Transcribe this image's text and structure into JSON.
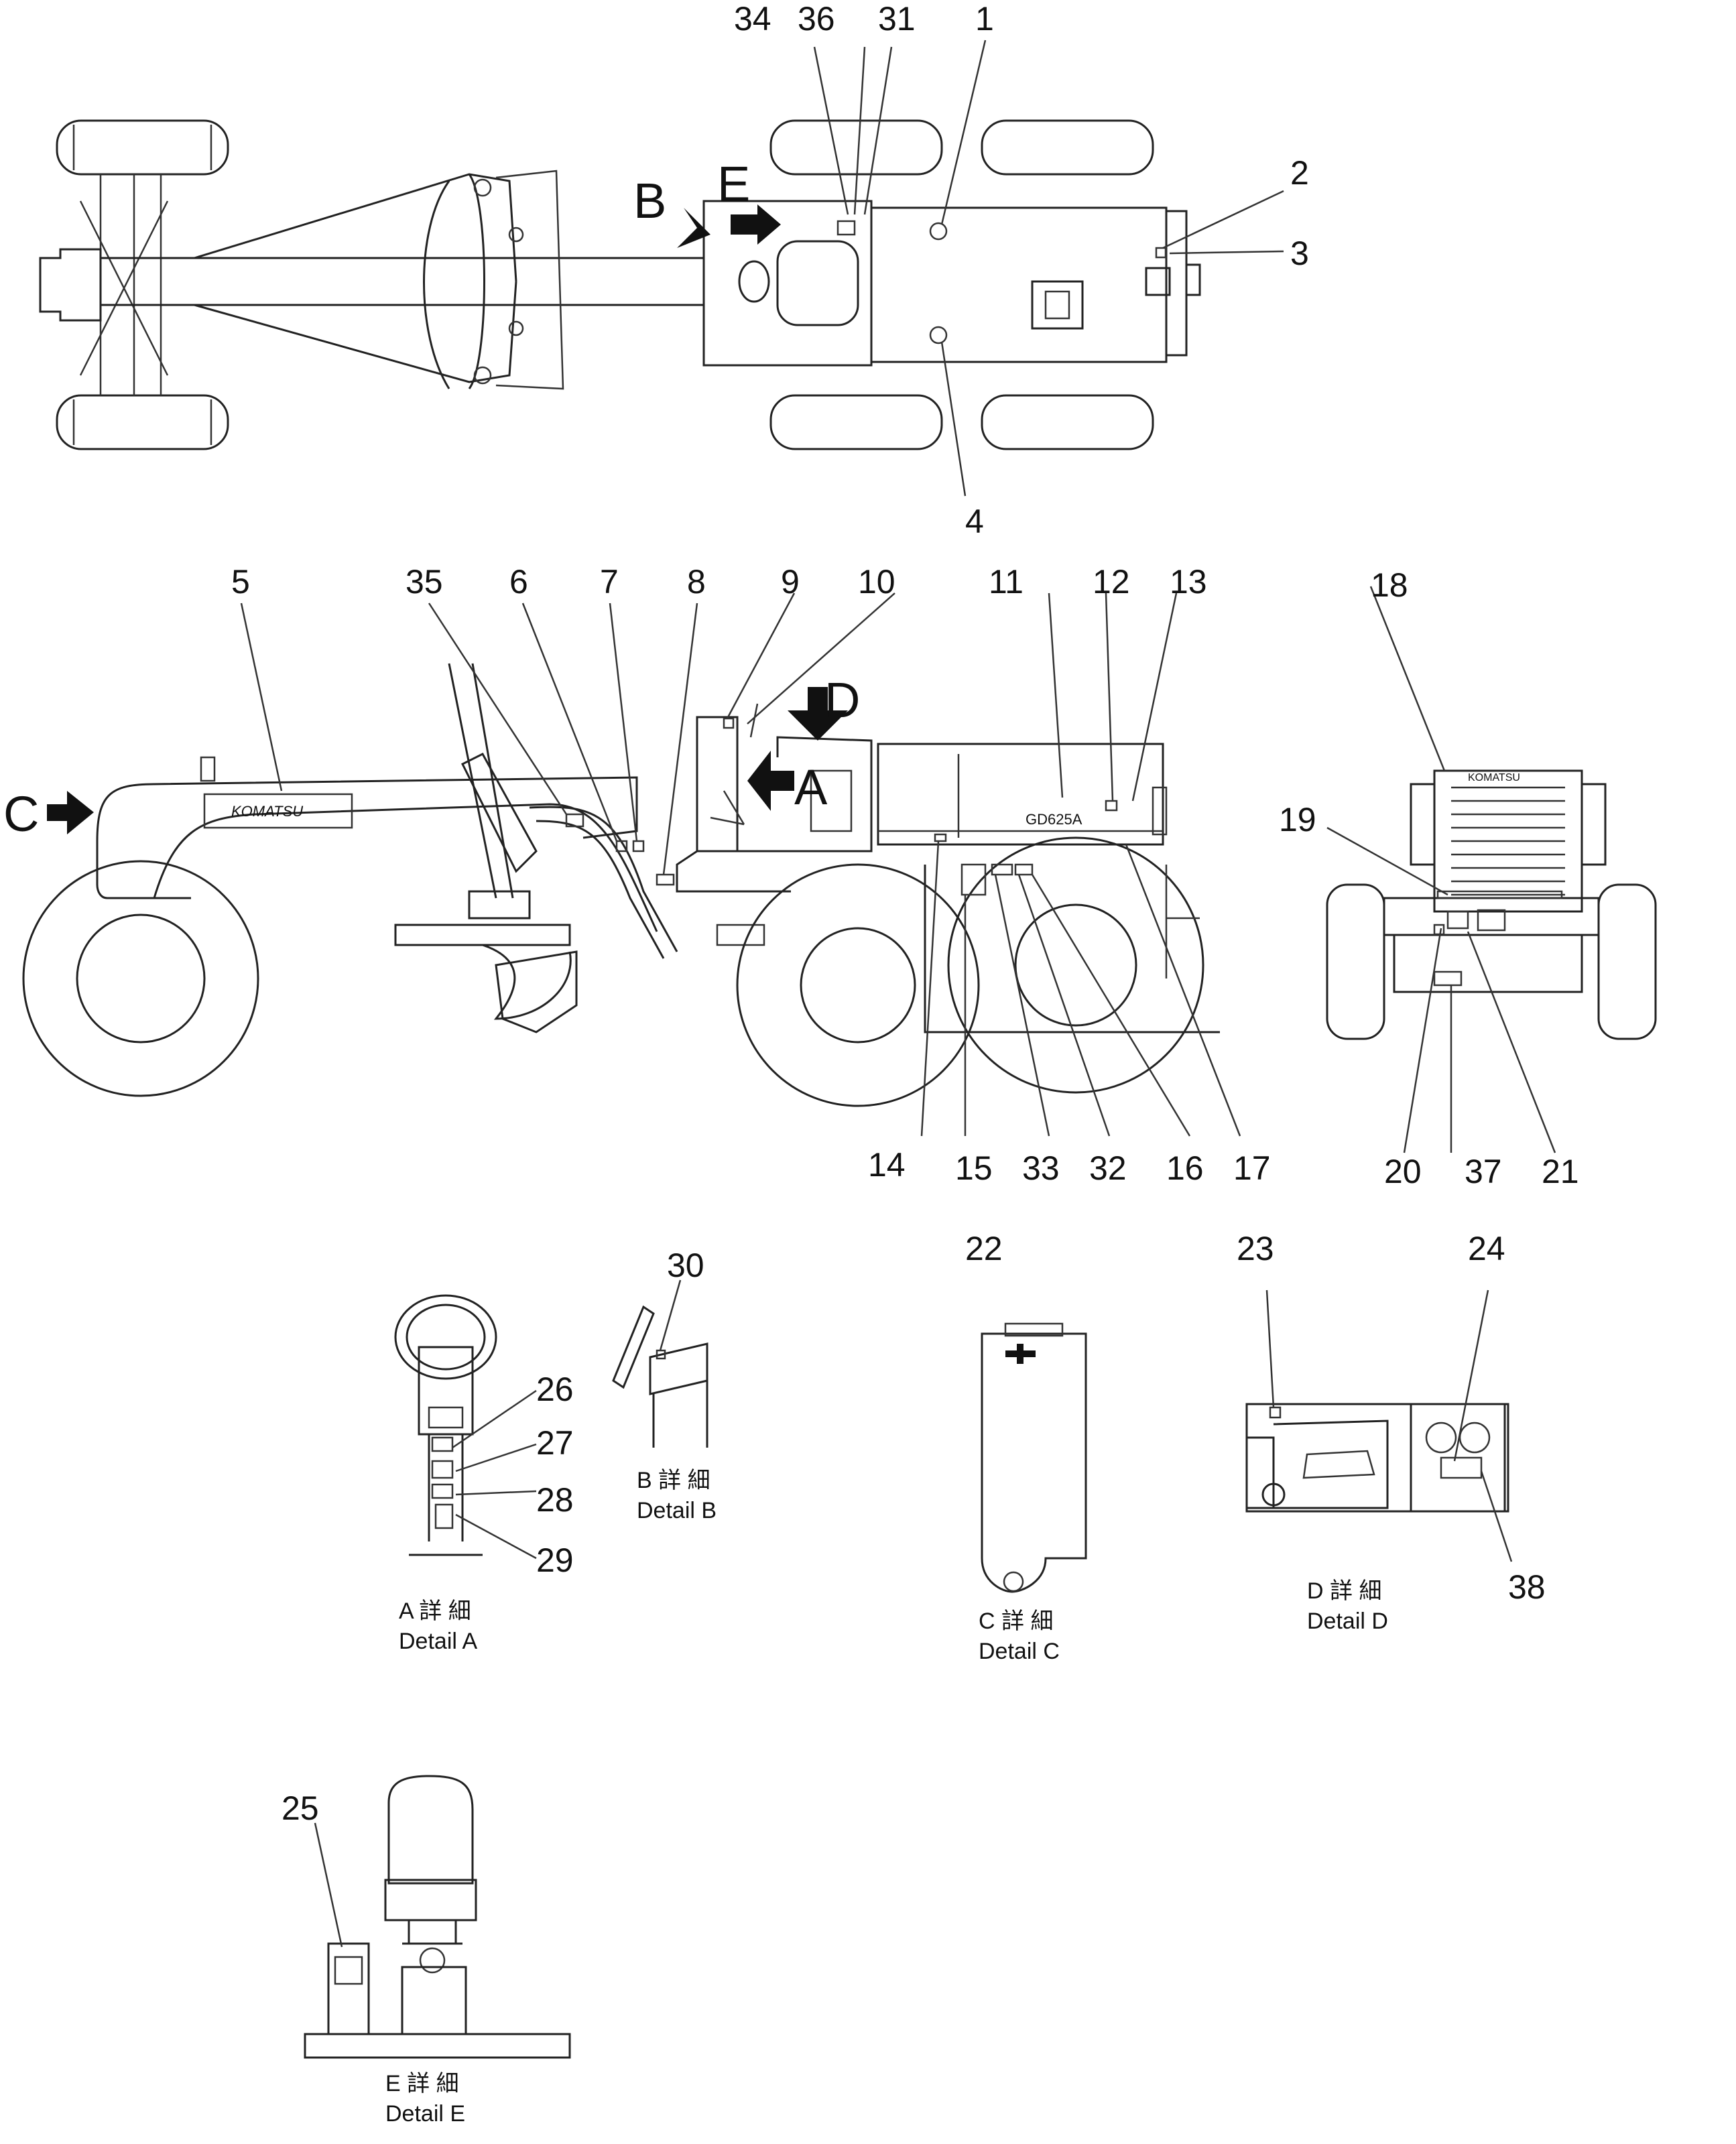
{
  "views": {
    "view_letters": [
      "B",
      "E",
      "A",
      "D",
      "C"
    ],
    "machine_model_label": "GD625A",
    "brand_label": "KOMATSU"
  },
  "callouts": [
    "1",
    "2",
    "3",
    "4",
    "5",
    "6",
    "7",
    "8",
    "9",
    "10",
    "11",
    "12",
    "13",
    "14",
    "15",
    "16",
    "17",
    "18",
    "19",
    "20",
    "21",
    "22",
    "23",
    "24",
    "25",
    "26",
    "27",
    "28",
    "29",
    "30",
    "31",
    "32",
    "33",
    "34",
    "35",
    "36",
    "37",
    "38"
  ],
  "details": [
    {
      "id": "A",
      "kanji": "A 詳 細",
      "label": "Detail A"
    },
    {
      "id": "B",
      "kanji": "B 詳 細",
      "label": "Detail B"
    },
    {
      "id": "C",
      "kanji": "C 詳 細",
      "label": "Detail C"
    },
    {
      "id": "D",
      "kanji": "D 詳 細",
      "label": "Detail D"
    },
    {
      "id": "E",
      "kanji": "E 詳 細",
      "label": "Detail E"
    }
  ],
  "icons": [
    "arrow-icon",
    "tire-icon",
    "plate-icon"
  ]
}
